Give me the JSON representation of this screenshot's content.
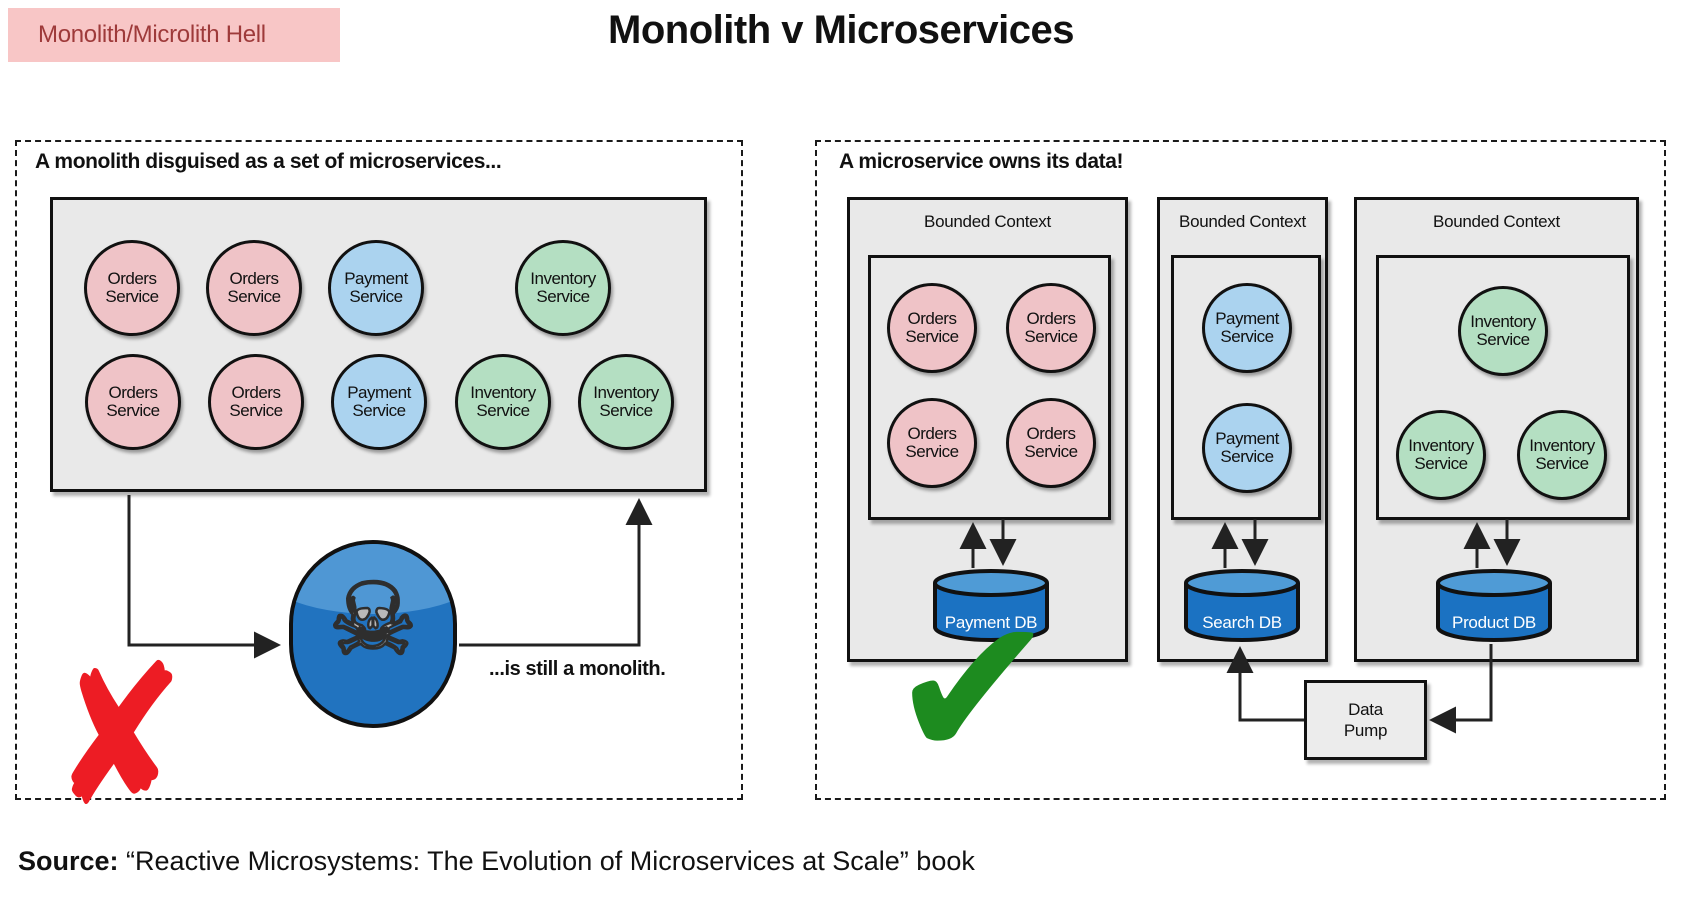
{
  "header": {
    "badge": "Monolith/Microlith Hell",
    "title": "Monolith v Microservices"
  },
  "icons": {
    "skull": "☠",
    "check": "✔",
    "cross": "✘"
  },
  "colors": {
    "pink_service": "#efc3c7",
    "blue_service": "#abd3ef",
    "green_service": "#b4dfc2",
    "badge_bg": "#f8c6c6",
    "badge_text": "#9e3a3a",
    "db_body_blue": "#1b72c2",
    "db_top_blue": "#4f9bd6",
    "box_grey": "#e9e9e9",
    "cross_red": "#ed1c24",
    "check_green": "#1d8b1f"
  },
  "left_panel": {
    "heading": "A monolith disguised as a set of microservices...",
    "caption": "...is still a monolith.",
    "row1": [
      {
        "label": "Orders Service",
        "color": "pink_service"
      },
      {
        "label": "Orders Service",
        "color": "pink_service"
      },
      {
        "label": "Payment Service",
        "color": "blue_service"
      },
      {
        "label": "Inventory Service",
        "color": "green_service"
      }
    ],
    "row2": [
      {
        "label": "Orders Service",
        "color": "pink_service"
      },
      {
        "label": "Orders Service",
        "color": "pink_service"
      },
      {
        "label": "Payment Service",
        "color": "blue_service"
      },
      {
        "label": "Inventory Service",
        "color": "green_service"
      },
      {
        "label": "Inventory Service",
        "color": "green_service"
      }
    ]
  },
  "right_panel": {
    "heading": "A microservice owns its data!",
    "bounded_contexts": [
      {
        "label": "Bounded Context",
        "db_label": "Payment DB",
        "services": [
          {
            "label": "Orders Service",
            "color": "pink_service"
          },
          {
            "label": "Orders Service",
            "color": "pink_service"
          },
          {
            "label": "Orders Service",
            "color": "pink_service"
          },
          {
            "label": "Orders Service",
            "color": "pink_service"
          }
        ]
      },
      {
        "label": "Bounded Context",
        "db_label": "Search DB",
        "services": [
          {
            "label": "Payment Service",
            "color": "blue_service"
          },
          {
            "label": "Payment Service",
            "color": "blue_service"
          }
        ]
      },
      {
        "label": "Bounded Context",
        "db_label": "Product DB",
        "services": [
          {
            "label": "Inventory Service",
            "color": "green_service"
          },
          {
            "label": "Inventory Service",
            "color": "green_service"
          },
          {
            "label": "Inventory Service",
            "color": "green_service"
          }
        ]
      }
    ],
    "data_pump_label": "Data Pump"
  },
  "footer": {
    "source_label": "Source:",
    "source_text": "“Reactive Microsystems: The Evolution of Microservices at Scale” book"
  }
}
